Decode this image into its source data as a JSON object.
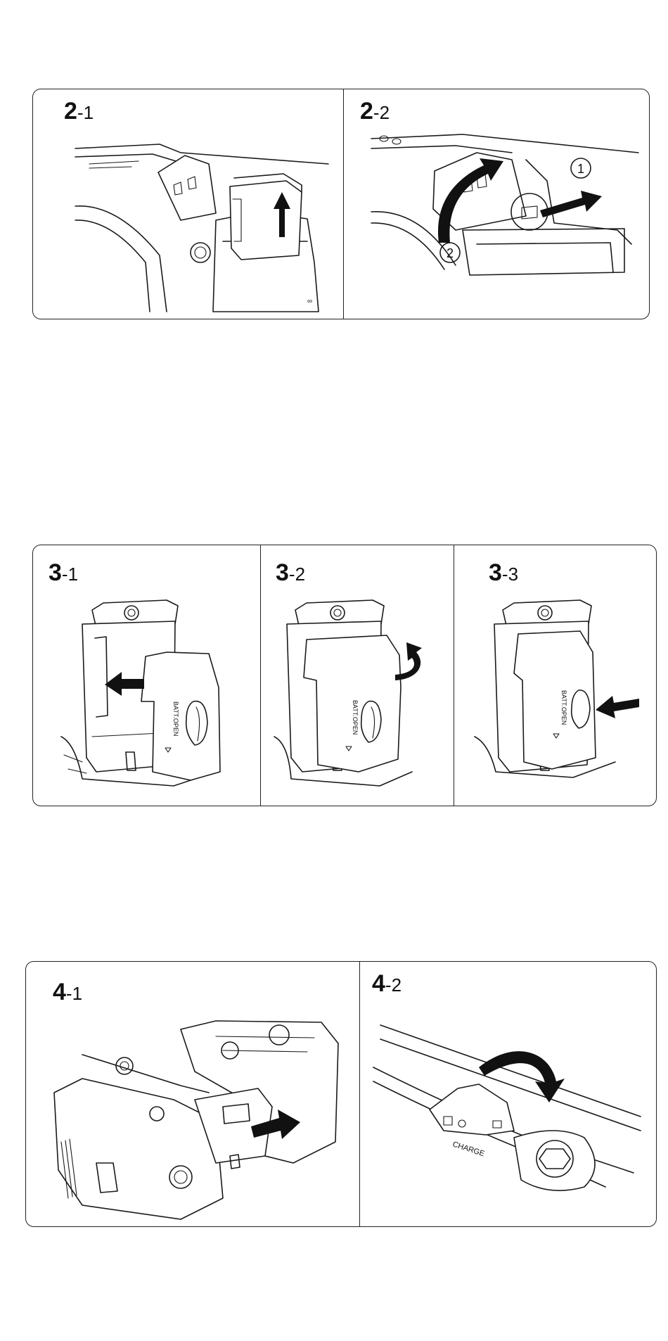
{
  "step2": {
    "panels": [
      {
        "num": "2",
        "sub": "-1"
      },
      {
        "num": "2",
        "sub": "-2",
        "markers": [
          "1",
          "2"
        ]
      }
    ]
  },
  "step3": {
    "panels": [
      {
        "num": "3",
        "sub": "-1",
        "door_label": "BATT.OPEN"
      },
      {
        "num": "3",
        "sub": "-2",
        "door_label": "BATT.OPEN"
      },
      {
        "num": "3",
        "sub": "-3",
        "door_label": "BATT.OPEN"
      }
    ]
  },
  "step4": {
    "panels": [
      {
        "num": "4",
        "sub": "-1"
      },
      {
        "num": "4",
        "sub": "-2",
        "switch_label": "CHARGE"
      }
    ]
  },
  "colors": {
    "line": "#1a1a1a",
    "background": "#ffffff"
  }
}
